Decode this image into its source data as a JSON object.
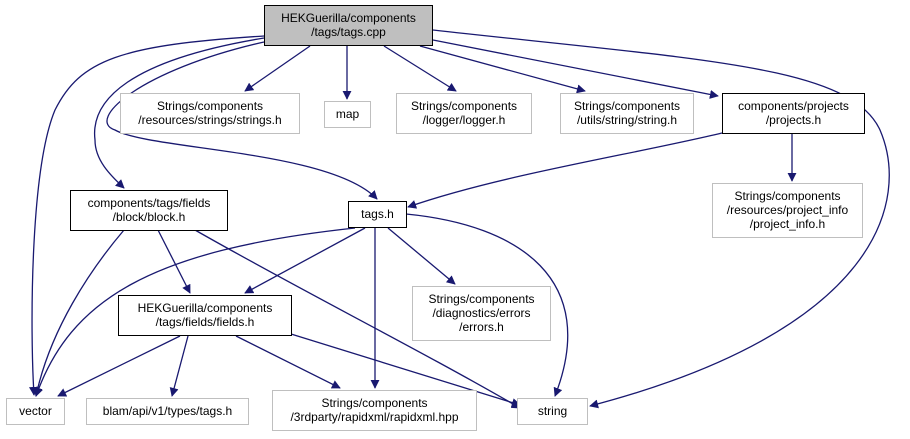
{
  "colors": {
    "edge": "#191970",
    "node_border_dark": "#000000",
    "node_border_light": "#bfbfbf",
    "root_fill": "#bfbfbf",
    "node_fill": "#ffffff"
  },
  "nodes": [
    {
      "id": "root",
      "lines": [
        "HEKGuerilla/components",
        "/tags/tags.cpp"
      ],
      "style": "root",
      "link": false
    },
    {
      "id": "strings",
      "lines": [
        "Strings/components",
        "/resources/strings/strings.h"
      ],
      "style": "external",
      "link": false
    },
    {
      "id": "map",
      "lines": [
        "map"
      ],
      "style": "external",
      "link": false
    },
    {
      "id": "logger",
      "lines": [
        "Strings/components",
        "/logger/logger.h"
      ],
      "style": "external",
      "link": false
    },
    {
      "id": "utils_string",
      "lines": [
        "Strings/components",
        "/utils/string/string.h"
      ],
      "style": "external",
      "link": false
    },
    {
      "id": "projects",
      "lines": [
        "components/projects",
        "/projects.h"
      ],
      "style": "local",
      "link": true
    },
    {
      "id": "project_info",
      "lines": [
        "Strings/components",
        "/resources/project_info",
        "/project_info.h"
      ],
      "style": "external",
      "link": false
    },
    {
      "id": "block",
      "lines": [
        "components/tags/fields",
        "/block/block.h"
      ],
      "style": "local",
      "link": true
    },
    {
      "id": "tags_h",
      "lines": [
        "tags.h"
      ],
      "style": "local",
      "link": true
    },
    {
      "id": "errors",
      "lines": [
        "Strings/components",
        "/diagnostics/errors",
        "/errors.h"
      ],
      "style": "external",
      "link": false
    },
    {
      "id": "fields",
      "lines": [
        "HEKGuerilla/components",
        "/tags/fields/fields.h"
      ],
      "style": "local",
      "link": true
    },
    {
      "id": "vector",
      "lines": [
        "vector"
      ],
      "style": "external",
      "link": false
    },
    {
      "id": "blam_tags",
      "lines": [
        "blam/api/v1/types/tags.h"
      ],
      "style": "external",
      "link": false
    },
    {
      "id": "rapidxml",
      "lines": [
        "Strings/components",
        "/3rdparty/rapidxml/rapidxml.hpp"
      ],
      "style": "external",
      "link": false
    },
    {
      "id": "string",
      "lines": [
        "string"
      ],
      "style": "external",
      "link": false
    }
  ],
  "edges": [
    [
      "root",
      "strings"
    ],
    [
      "root",
      "map"
    ],
    [
      "root",
      "logger"
    ],
    [
      "root",
      "utils_string"
    ],
    [
      "root",
      "projects"
    ],
    [
      "root",
      "string"
    ],
    [
      "root",
      "vector"
    ],
    [
      "root",
      "block"
    ],
    [
      "root",
      "tags_h"
    ],
    [
      "projects",
      "tags_h"
    ],
    [
      "projects",
      "project_info"
    ],
    [
      "block",
      "vector"
    ],
    [
      "block",
      "fields"
    ],
    [
      "block",
      "string"
    ],
    [
      "tags_h",
      "vector"
    ],
    [
      "tags_h",
      "fields"
    ],
    [
      "tags_h",
      "errors"
    ],
    [
      "tags_h",
      "rapidxml"
    ],
    [
      "tags_h",
      "string"
    ],
    [
      "fields",
      "vector"
    ],
    [
      "fields",
      "blam_tags"
    ],
    [
      "fields",
      "rapidxml"
    ],
    [
      "fields",
      "string"
    ]
  ]
}
